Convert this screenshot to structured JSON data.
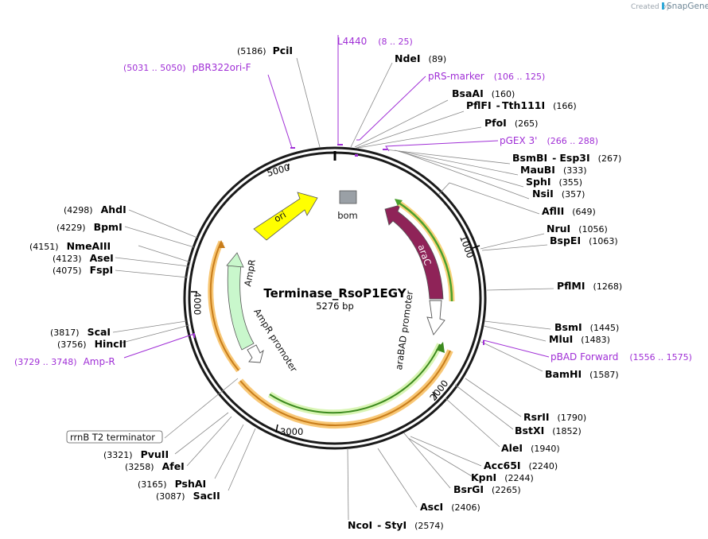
{
  "header": {
    "created_by": "Created by",
    "brand": "SnapGene"
  },
  "plasmid": {
    "name": "Terminase_RsoP1EGY",
    "length": "5276 bp"
  },
  "ticks": [
    "1000",
    "2000",
    "3000",
    "4000",
    "5000"
  ],
  "features": {
    "ori": "ori",
    "bom": "bom",
    "araC": "araC",
    "ampR": "AmpR",
    "ampR_promoter": "AmpR promoter",
    "arabad_promoter": "araBAD promoter",
    "rrnb": "rrnB T2 terminator"
  },
  "primers": [
    {
      "name": "L4440",
      "range": "(8 .. 25)"
    },
    {
      "name": "pRS-marker",
      "range": "(106 .. 125)"
    },
    {
      "name": "pGEX 3'",
      "range": "(266 .. 288)"
    },
    {
      "name": "pBAD Forward",
      "range": "(1556 .. 1575)"
    },
    {
      "name": "Amp-R",
      "range": "(3729 .. 3748)"
    },
    {
      "name": "pBR322ori-F",
      "range": "(5031 .. 5050)"
    }
  ],
  "sites": [
    {
      "name": "PciI",
      "pos": "(5186)"
    },
    {
      "name": "NdeI",
      "pos": "(89)"
    },
    {
      "name": "BsaAI",
      "pos": "(160)"
    },
    {
      "name": "PflFI",
      "name2": "Tth111I",
      "pos": "(166)"
    },
    {
      "name": "PfoI",
      "pos": "(265)"
    },
    {
      "name": "BsmBI",
      "name2": "Esp3I",
      "pos": "(267)"
    },
    {
      "name": "MauBI",
      "pos": "(333)"
    },
    {
      "name": "SphI",
      "pos": "(355)"
    },
    {
      "name": "NsiI",
      "pos": "(357)"
    },
    {
      "name": "AflII",
      "pos": "(649)"
    },
    {
      "name": "NruI",
      "pos": "(1056)"
    },
    {
      "name": "BspEI",
      "pos": "(1063)"
    },
    {
      "name": "PflMI",
      "pos": "(1268)"
    },
    {
      "name": "BsmI",
      "pos": "(1445)"
    },
    {
      "name": "MluI",
      "pos": "(1483)"
    },
    {
      "name": "BamHI",
      "pos": "(1587)"
    },
    {
      "name": "RsrII",
      "pos": "(1790)"
    },
    {
      "name": "BstXI",
      "pos": "(1852)"
    },
    {
      "name": "AleI",
      "pos": "(1940)"
    },
    {
      "name": "Acc65I",
      "pos": "(2240)"
    },
    {
      "name": "KpnI",
      "pos": "(2244)"
    },
    {
      "name": "BsrGI",
      "pos": "(2265)"
    },
    {
      "name": "AscI",
      "pos": "(2406)"
    },
    {
      "name": "NcoI",
      "name2": "StyI",
      "pos": "(2574)"
    },
    {
      "name": "SacII",
      "pos": "(3087)"
    },
    {
      "name": "PshAI",
      "pos": "(3165)"
    },
    {
      "name": "AfeI",
      "pos": "(3258)"
    },
    {
      "name": "PvuII",
      "pos": "(3321)"
    },
    {
      "name": "HincII",
      "pos": "(3756)"
    },
    {
      "name": "ScaI",
      "pos": "(3817)"
    },
    {
      "name": "FspI",
      "pos": "(4075)"
    },
    {
      "name": "AseI",
      "pos": "(4123)"
    },
    {
      "name": "NmeAIII",
      "pos": "(4151)"
    },
    {
      "name": "BpmI",
      "pos": "(4229)"
    },
    {
      "name": "AhdI",
      "pos": "(4298)"
    }
  ],
  "colors": {
    "backbone": "#1a1a1a",
    "primer": "#a02fd6",
    "ori": "#ffff00",
    "arac": "#8f2358",
    "ampr": "#c9f7cc",
    "orf_orange": "#f5b942",
    "orf_green": "#4aa02c"
  }
}
